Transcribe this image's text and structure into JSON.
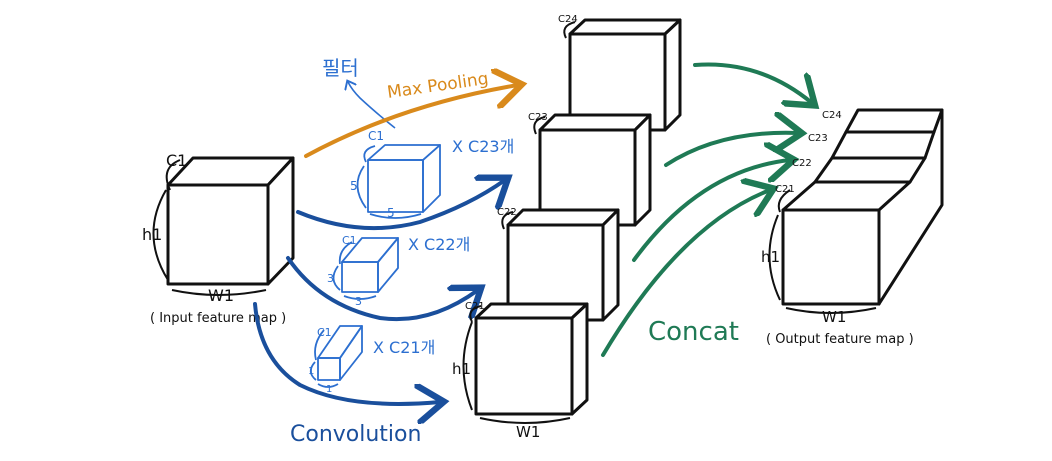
{
  "labels": {
    "input_caption": "( Input feature map )",
    "output_caption": "( Output feature map )",
    "max_pooling": "Max Pooling",
    "convolution": "Convolution",
    "concat": "Concat",
    "filter": "필터",
    "input_c": "C1",
    "input_h": "h1",
    "input_w": "W1",
    "filter_c": "C1",
    "filter1_count": "X C23개",
    "filter1_size_h": "5",
    "filter1_size_w": "5",
    "filter2_count": "X C22개",
    "filter2_size_h": "3",
    "filter2_size_w": "3",
    "filter3_count": "X C21개",
    "filter3_size_h": "1",
    "filter3_size_w": "1",
    "c24": "C24",
    "c23": "C23",
    "c22": "C22",
    "c21": "C21",
    "mid_h": "h1",
    "mid_w": "W1",
    "out_c24": "C24",
    "out_c23": "C23",
    "out_c22": "C22",
    "out_c21": "C21",
    "out_h": "h1",
    "out_w": "W1"
  },
  "colors": {
    "black": "#111111",
    "blue": "#1a4f9c",
    "filter_blue": "#2c6fd0",
    "orange": "#d98a1c",
    "green": "#1f7a55"
  }
}
